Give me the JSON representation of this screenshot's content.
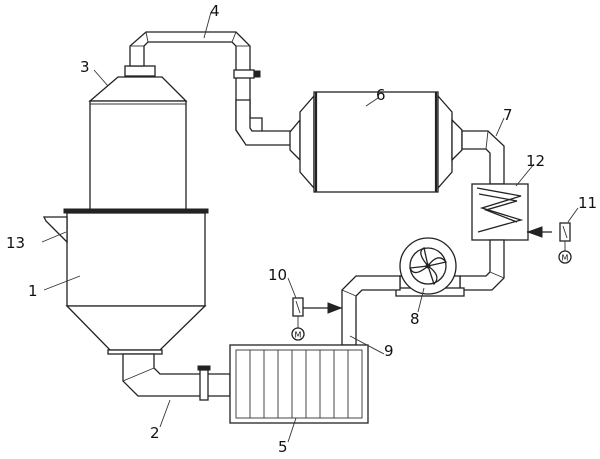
{
  "labels": {
    "l1": "1",
    "l2": "2",
    "l3": "3",
    "l4": "4",
    "l5": "5",
    "l6": "6",
    "l7": "7",
    "l8": "8",
    "l9": "9",
    "l10": "10",
    "l11": "11",
    "l12": "12",
    "l13": "13"
  },
  "motor_symbol": "M"
}
